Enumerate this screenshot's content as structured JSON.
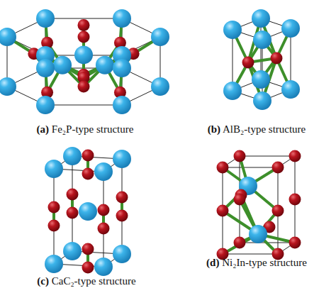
{
  "diagram": {
    "labels": [
      "(a) Fe₂P-type structure",
      "(b) AlB₂-type structure",
      "(c) CaC₂-type structure",
      "(d) Ni₂In-type structure"
    ]
  }
}
